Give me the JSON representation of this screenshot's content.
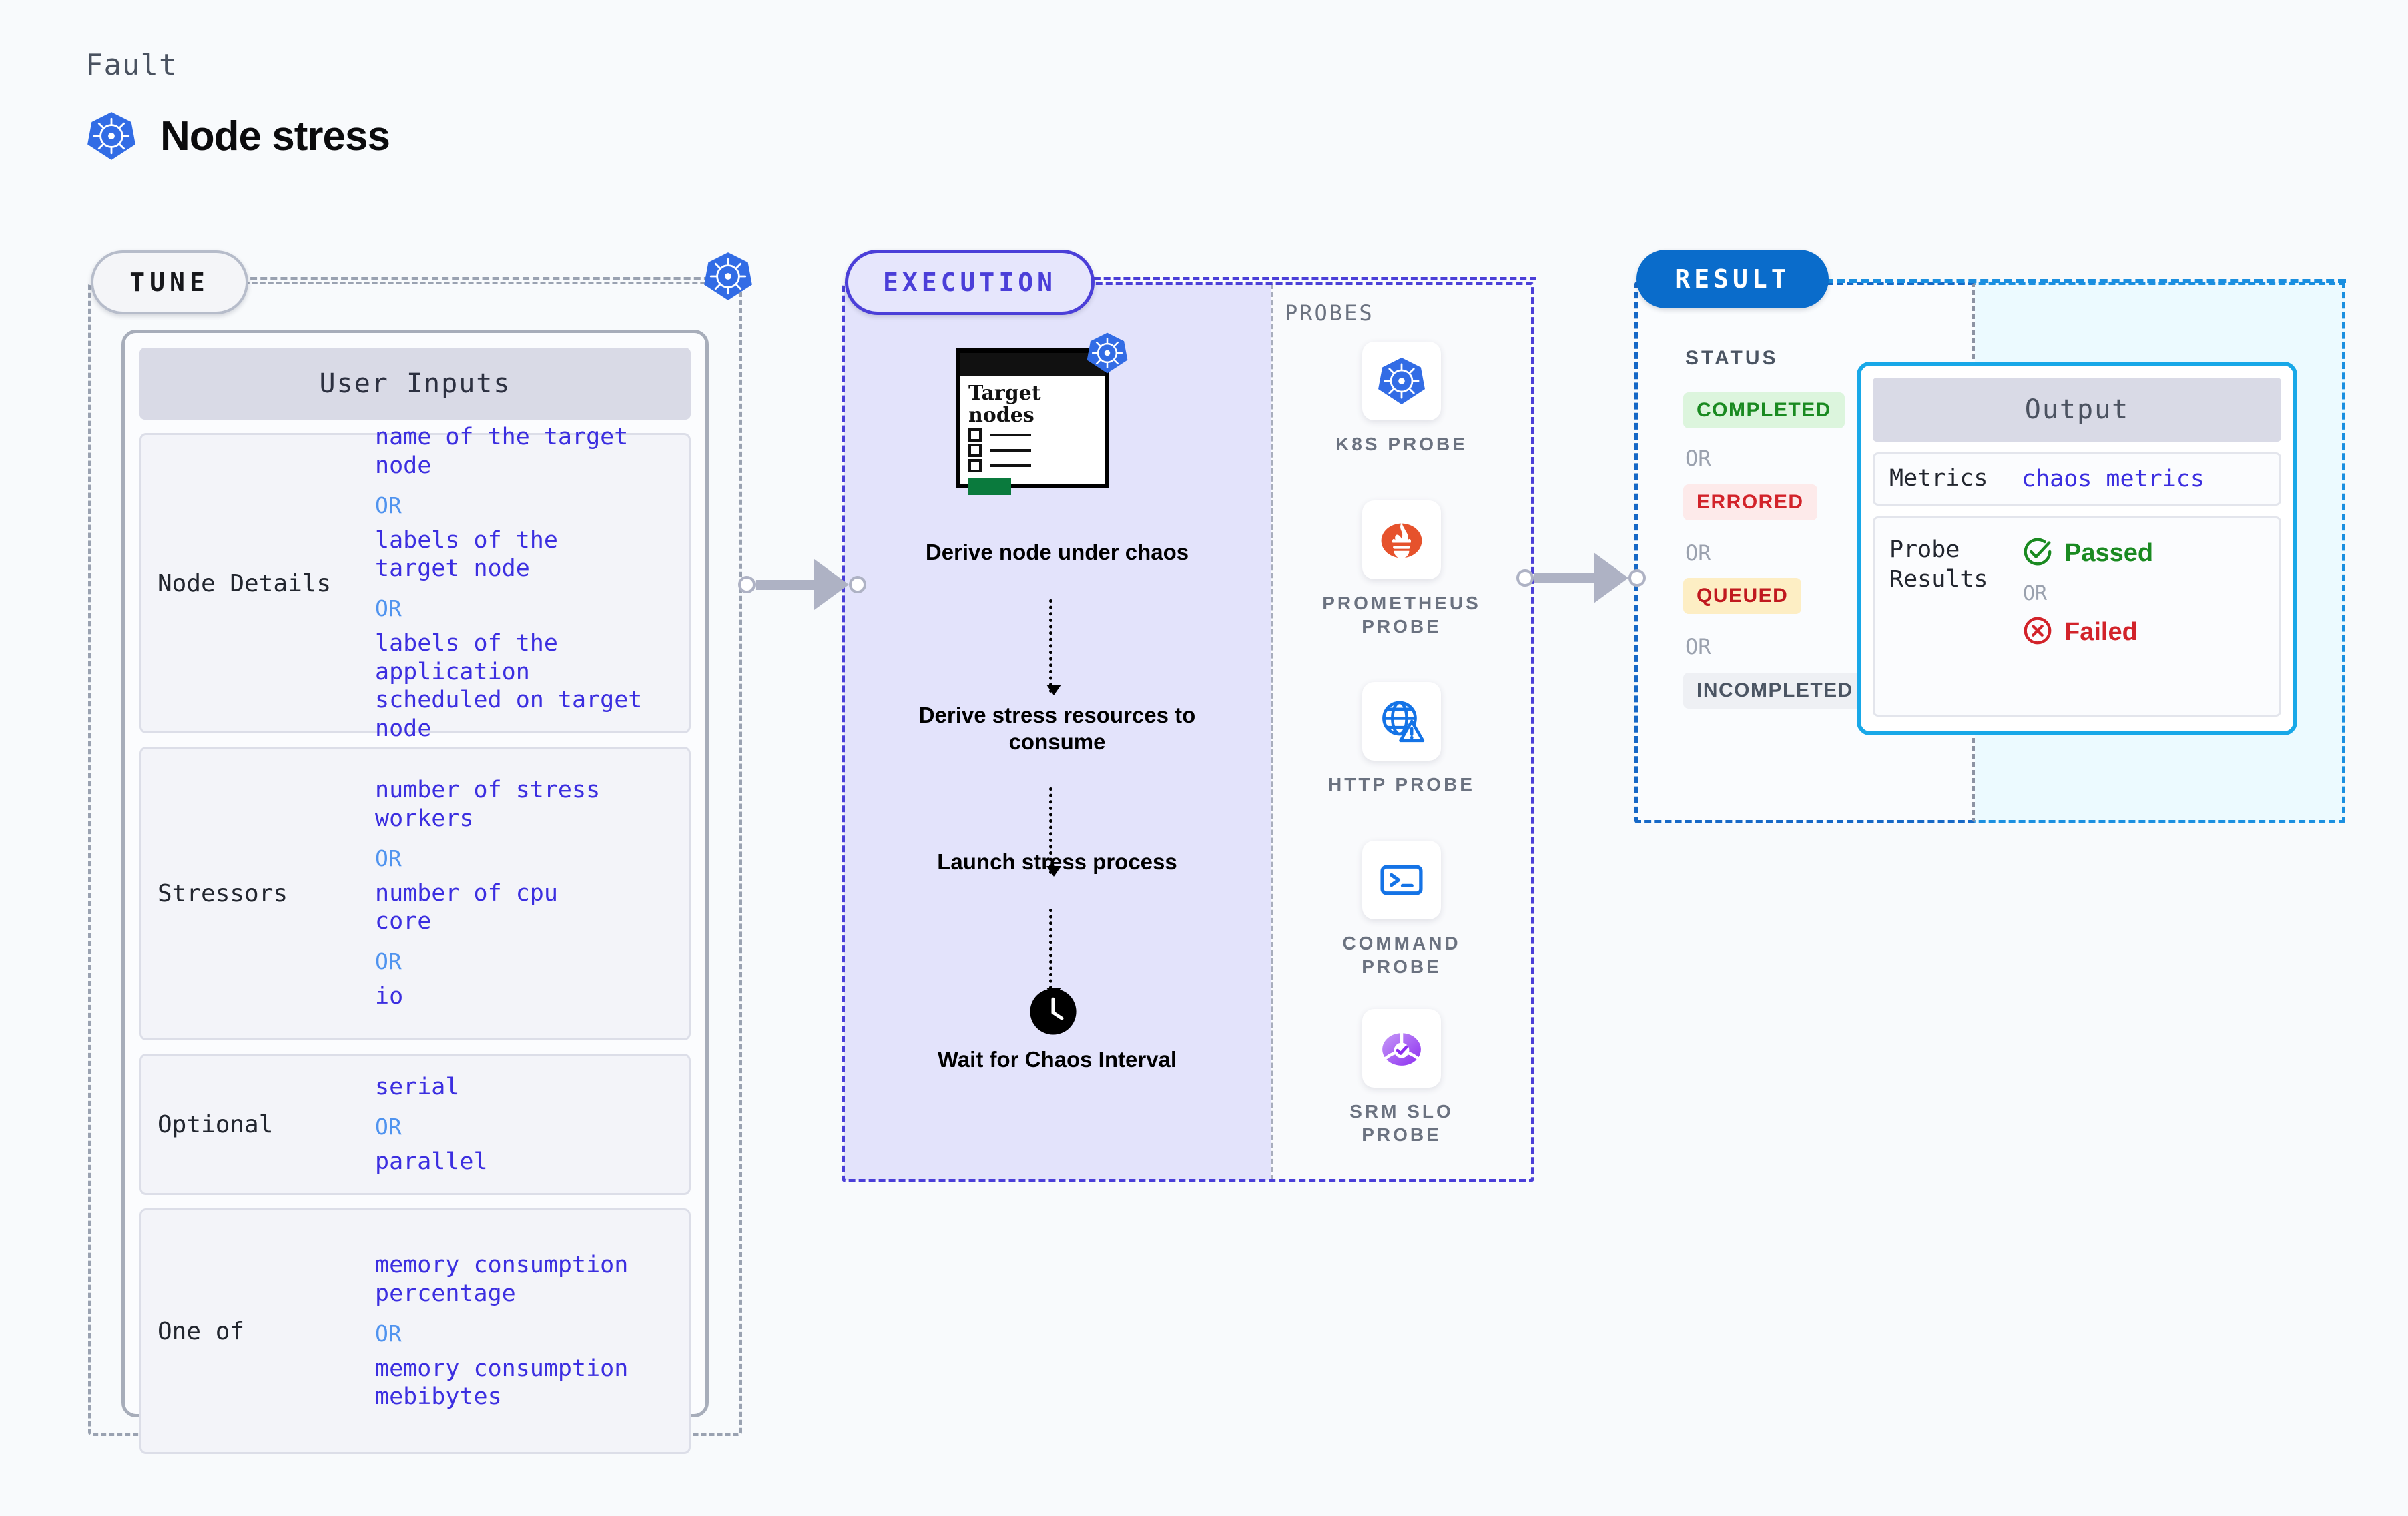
{
  "header": {
    "fault_label": "Fault",
    "fault_title": "Node stress",
    "icon": "kubernetes-icon"
  },
  "tune": {
    "pill_label": "TUNE",
    "edge_icon": "kubernetes-icon",
    "card_title": "User Inputs",
    "groups": [
      {
        "label": "Node Details",
        "options": [
          "name of the target\nnode",
          "labels of the\ntarget node",
          "labels of the application\n scheduled on target node"
        ],
        "separator": "OR"
      },
      {
        "label": "Stressors",
        "options": [
          "number of stress\nworkers",
          "number of cpu\ncore",
          "io"
        ],
        "separator": "OR"
      },
      {
        "label": "Optional",
        "options": [
          "serial",
          "parallel"
        ],
        "separator": "OR"
      },
      {
        "label": "One of",
        "options": [
          "memory consumption\npercentage",
          "memory consumption\nmebibytes"
        ],
        "separator": "OR"
      }
    ]
  },
  "execution": {
    "pill_label": "EXECUTION",
    "target_card": {
      "title": "Target\nnodes",
      "icon": "kubernetes-icon",
      "checkbox_rows": 3
    },
    "steps": [
      "Derive node under chaos",
      "Derive stress resources to consume",
      "Launch stress process",
      "Wait for Chaos Interval"
    ],
    "clock_icon": "clock-icon",
    "probes": {
      "title": "PROBES",
      "items": [
        {
          "name": "K8S PROBE",
          "icon": "kubernetes-icon"
        },
        {
          "name": "PROMETHEUS PROBE",
          "icon": "prometheus-icon"
        },
        {
          "name": "HTTP PROBE",
          "icon": "globe-warning-icon"
        },
        {
          "name": "COMMAND PROBE",
          "icon": "terminal-icon"
        },
        {
          "name": "SRM SLO PROBE",
          "icon": "srm-slo-icon"
        }
      ]
    }
  },
  "result": {
    "pill_label": "RESULT",
    "status_title": "STATUS",
    "separator": "OR",
    "statuses": [
      {
        "label": "COMPLETED",
        "color": "#1a8a21",
        "bg": "#dcf5dd"
      },
      {
        "label": "ERRORED",
        "color": "#d2232a",
        "bg": "#fdeaea"
      },
      {
        "label": "QUEUED",
        "color": "#c0191f",
        "bg": "#fdeec4"
      },
      {
        "label": "INCOMPLETED",
        "color": "#4b5563",
        "bg": "#eef0f4"
      }
    ],
    "output": {
      "title": "Output",
      "rows": [
        {
          "label": "Metrics",
          "value": "chaos metrics"
        },
        {
          "label": "Probe\nResults",
          "passed": "Passed",
          "separator": "OR",
          "failed": "Failed"
        }
      ]
    }
  },
  "colors": {
    "tune_accent": "#9aa2b1",
    "execution_accent": "#4b3fd8",
    "result_accent": "#0a6ccb",
    "output_accent": "#18a8e8",
    "value_blue": "#3b2ee0",
    "or_blue": "#4f93ef",
    "passed_green": "#1a8a21",
    "failed_red": "#d2232a"
  }
}
